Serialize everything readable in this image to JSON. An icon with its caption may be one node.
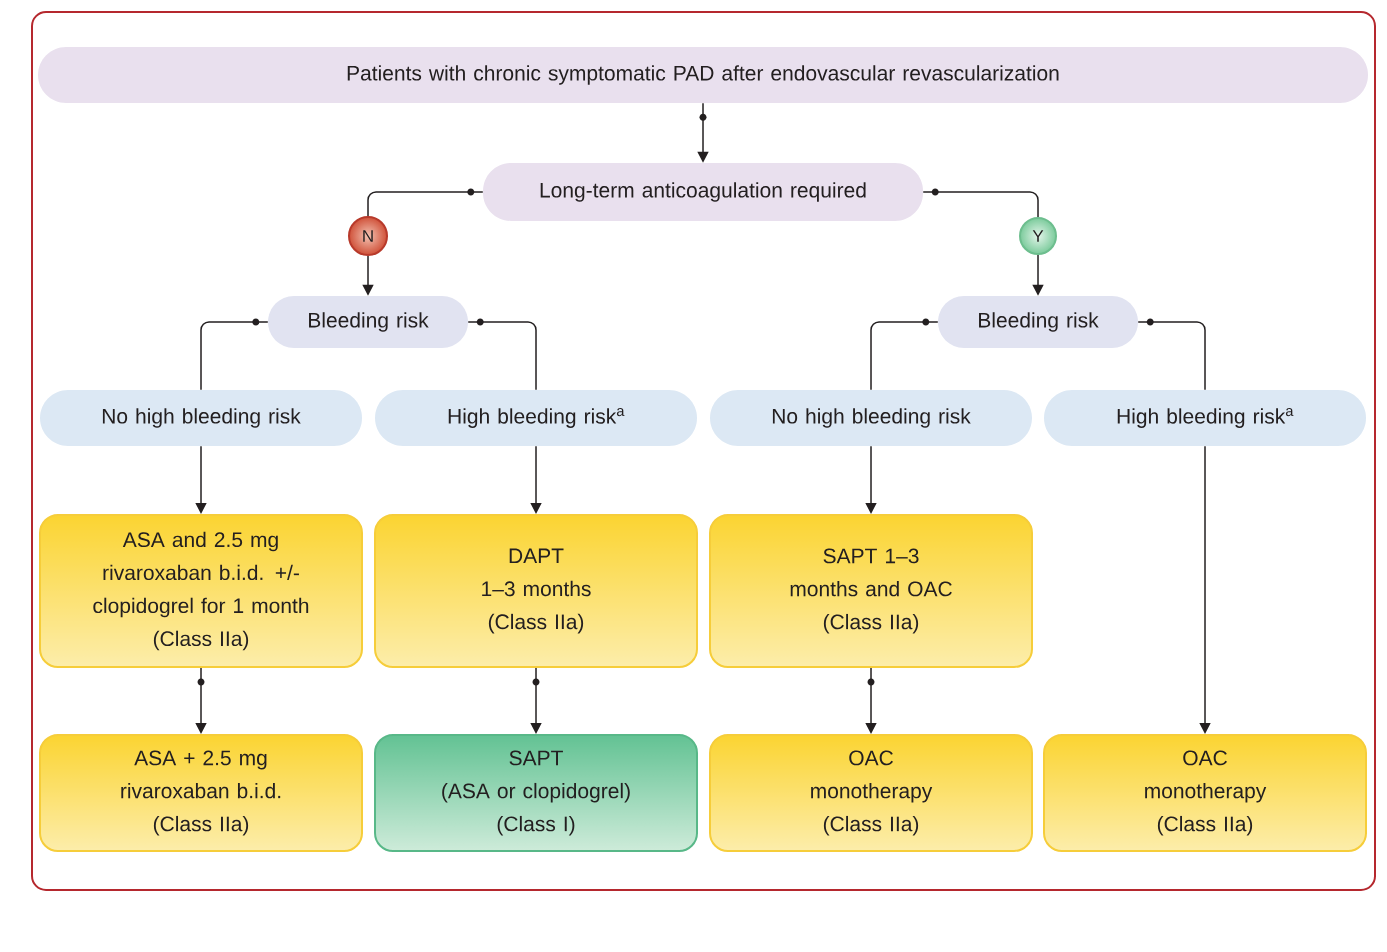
{
  "diagram": {
    "nodes": [
      {
        "text": [
          "Patients with chronic symptomatic PAD after endovascular revascularization"
        ]
      },
      {
        "text": [
          "Long-term anticoagulation required"
        ]
      },
      {
        "text": [
          "N"
        ]
      },
      {
        "text": [
          "Y"
        ]
      },
      {
        "text": [
          "Bleeding risk"
        ]
      },
      {
        "text": [
          "Bleeding risk"
        ]
      },
      {
        "text": [
          "No high bleeding risk"
        ]
      },
      {
        "text": [
          "High bleeding risk$^{a}$"
        ]
      },
      {
        "text": [
          "No high bleeding risk"
        ]
      },
      {
        "text": [
          "High bleeding risk$^{a}$"
        ]
      },
      {
        "text": [
          "ASA and 2.5 mg rivaroxaban b.i.d. +/- clopidogrel for 1 month",
          "(Class IIa)"
        ]
      },
      {
        "text": [
          "DAPT",
          "1–3 months",
          "(Class IIa)"
        ]
      },
      {
        "text": [
          "SAPT 1–3 months and OAC",
          "(Class IIa)"
        ]
      },
      {
        "text": [
          "ASA + 2.5 mg rivaroxaban b.i.d.",
          "(Class IIa)"
        ]
      },
      {
        "text": [
          "SAPT",
          "(ASA or clopidogrel)",
          "(Class I)"
        ]
      },
      {
        "text": [
          "OAC monotherapy",
          "(Class IIa)"
        ]
      },
      {
        "text": [
          "OAC monotherapy",
          "(Class IIa)"
        ]
      }
    ],
    "edges": [
      {
        "from": 0,
        "to": 1,
        "arrow": "to"
      },
      {
        "from": 1,
        "to": 2,
        "arrow": "none"
      },
      {
        "from": 2,
        "to": 4,
        "arrow": "to"
      },
      {
        "from": 1,
        "to": 3,
        "arrow": "none"
      },
      {
        "from": 3,
        "to": 5,
        "arrow": "to"
      },
      {
        "from": 4,
        "to": 6,
        "arrow": "none"
      },
      {
        "from": 4,
        "to": 7,
        "arrow": "none"
      },
      {
        "from": 5,
        "to": 8,
        "arrow": "none"
      },
      {
        "from": 5,
        "to": 9,
        "arrow": "none"
      },
      {
        "from": 6,
        "to": 10,
        "arrow": "to"
      },
      {
        "from": 7,
        "to": 11,
        "arrow": "to"
      },
      {
        "from": 8,
        "to": 12,
        "arrow": "to"
      },
      {
        "from": 9,
        "to": 16,
        "arrow": "to"
      },
      {
        "from": 10,
        "to": 13,
        "arrow": "to"
      },
      {
        "from": 11,
        "to": 14,
        "arrow": "to"
      },
      {
        "from": 12,
        "to": 15,
        "arrow": "to"
      }
    ]
  }
}
